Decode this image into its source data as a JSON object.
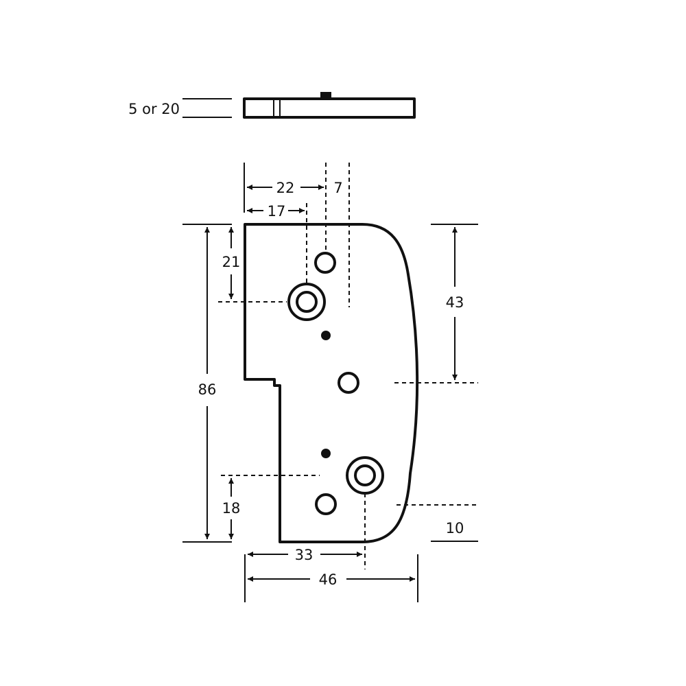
{
  "colors": {
    "ink": "#111111",
    "background": "#ffffff"
  },
  "side_view": {
    "thickness_label": "5 or 20"
  },
  "dimensions": {
    "d22": "22",
    "d7": "7",
    "d17": "17",
    "d21": "21",
    "d86": "86",
    "d43": "43",
    "d18": "18",
    "d10": "10",
    "d33": "33",
    "d46": "46"
  }
}
